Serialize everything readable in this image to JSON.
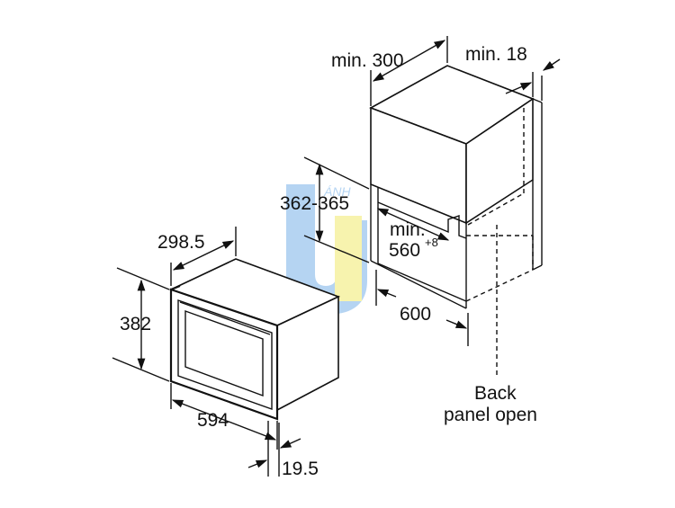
{
  "labels": {
    "oven_width": "594",
    "oven_height": "382",
    "oven_depth": "298.5",
    "front_panel": "19.5",
    "niche_width": "min. 300",
    "cabinet_wall": "min. 18",
    "niche_height": "362-365",
    "niche_depth": "min.",
    "niche_depth_value": "560",
    "niche_depth_tolerance": "+8",
    "cabinet_depth": "600",
    "back_panel_line1": "Back",
    "back_panel_line2": "panel open"
  },
  "watermark": {
    "text": "ÁNH",
    "colors": {
      "blue": "#a9cdf0",
      "yellow": "#f6f2a0"
    }
  }
}
